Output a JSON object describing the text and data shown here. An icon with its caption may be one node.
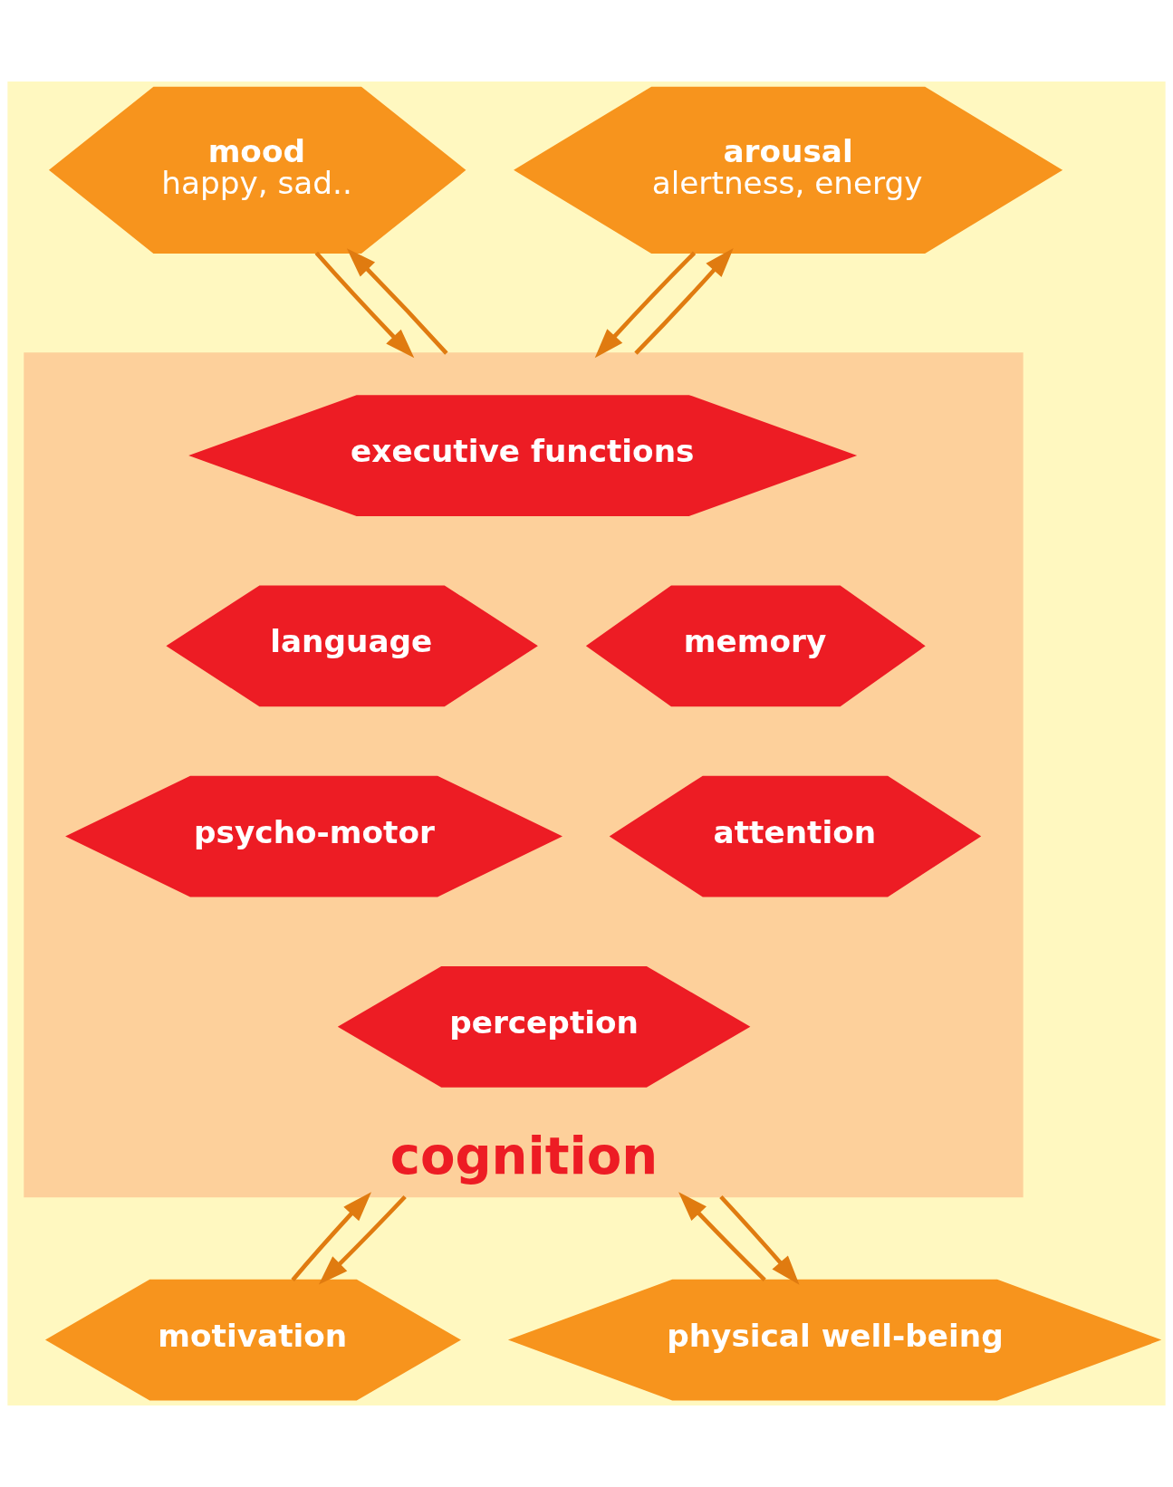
{
  "diagram": {
    "nodes": [
      {
        "text": [
          "mood",
          "happy, sad.."
        ]
      },
      {
        "text": [
          "arousal",
          "alertness, energy"
        ]
      },
      {
        "text": [
          "cognition"
        ]
      },
      {
        "text": [
          "executive functions"
        ],
        "in": 2
      },
      {
        "text": [
          "language"
        ],
        "in": 2
      },
      {
        "text": [
          "memory"
        ],
        "in": 2
      },
      {
        "text": [
          "psycho-motor"
        ],
        "in": 2
      },
      {
        "text": [
          "attention"
        ],
        "in": 2
      },
      {
        "text": [
          "perception"
        ],
        "in": 2
      },
      {
        "text": [
          "motivation"
        ]
      },
      {
        "text": [
          "physical well-being"
        ]
      }
    ],
    "edges": [
      {
        "from": 0,
        "to": 2,
        "arrow": "to"
      },
      {
        "from": 2,
        "to": 0,
        "arrow": "to"
      },
      {
        "from": 1,
        "to": 2,
        "arrow": "to"
      },
      {
        "from": 2,
        "to": 1,
        "arrow": "to"
      },
      {
        "from": 9,
        "to": 2,
        "arrow": "to"
      },
      {
        "from": 2,
        "to": 9,
        "arrow": "to"
      },
      {
        "from": 10,
        "to": 2,
        "arrow": "to"
      },
      {
        "from": 2,
        "to": 10,
        "arrow": "to"
      }
    ]
  }
}
